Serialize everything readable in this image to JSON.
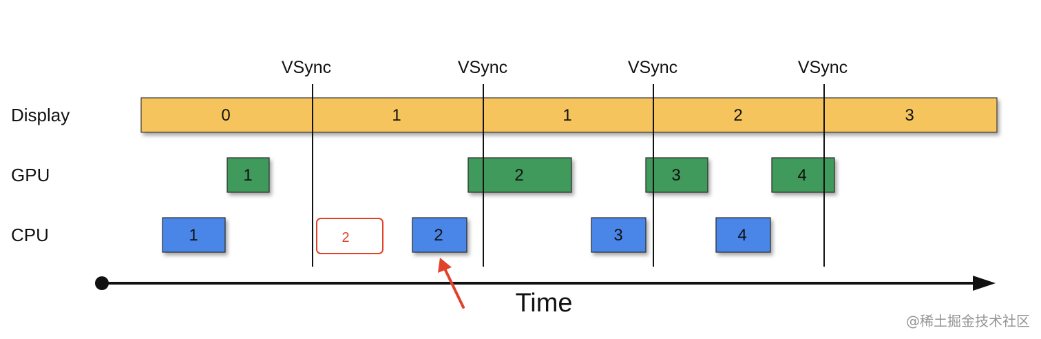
{
  "rows": {
    "display": "Display",
    "gpu": "GPU",
    "cpu": "CPU"
  },
  "vsync": [
    "VSync",
    "VSync",
    "VSync",
    "VSync"
  ],
  "display_frames": [
    "0",
    "1",
    "1",
    "2",
    "3"
  ],
  "gpu_blocks": [
    "1",
    "2",
    "3",
    "4"
  ],
  "cpu_blocks": [
    "1",
    "2",
    "3",
    "4"
  ],
  "annotation_box": "2",
  "axis": {
    "label": "Time"
  },
  "watermark": "@稀土掘金技术社区",
  "colors": {
    "display": "#f5c45c",
    "gpu": "#3f9a5c",
    "cpu": "#4a86e8",
    "annotation": "#e0432a",
    "line": "#111111"
  }
}
